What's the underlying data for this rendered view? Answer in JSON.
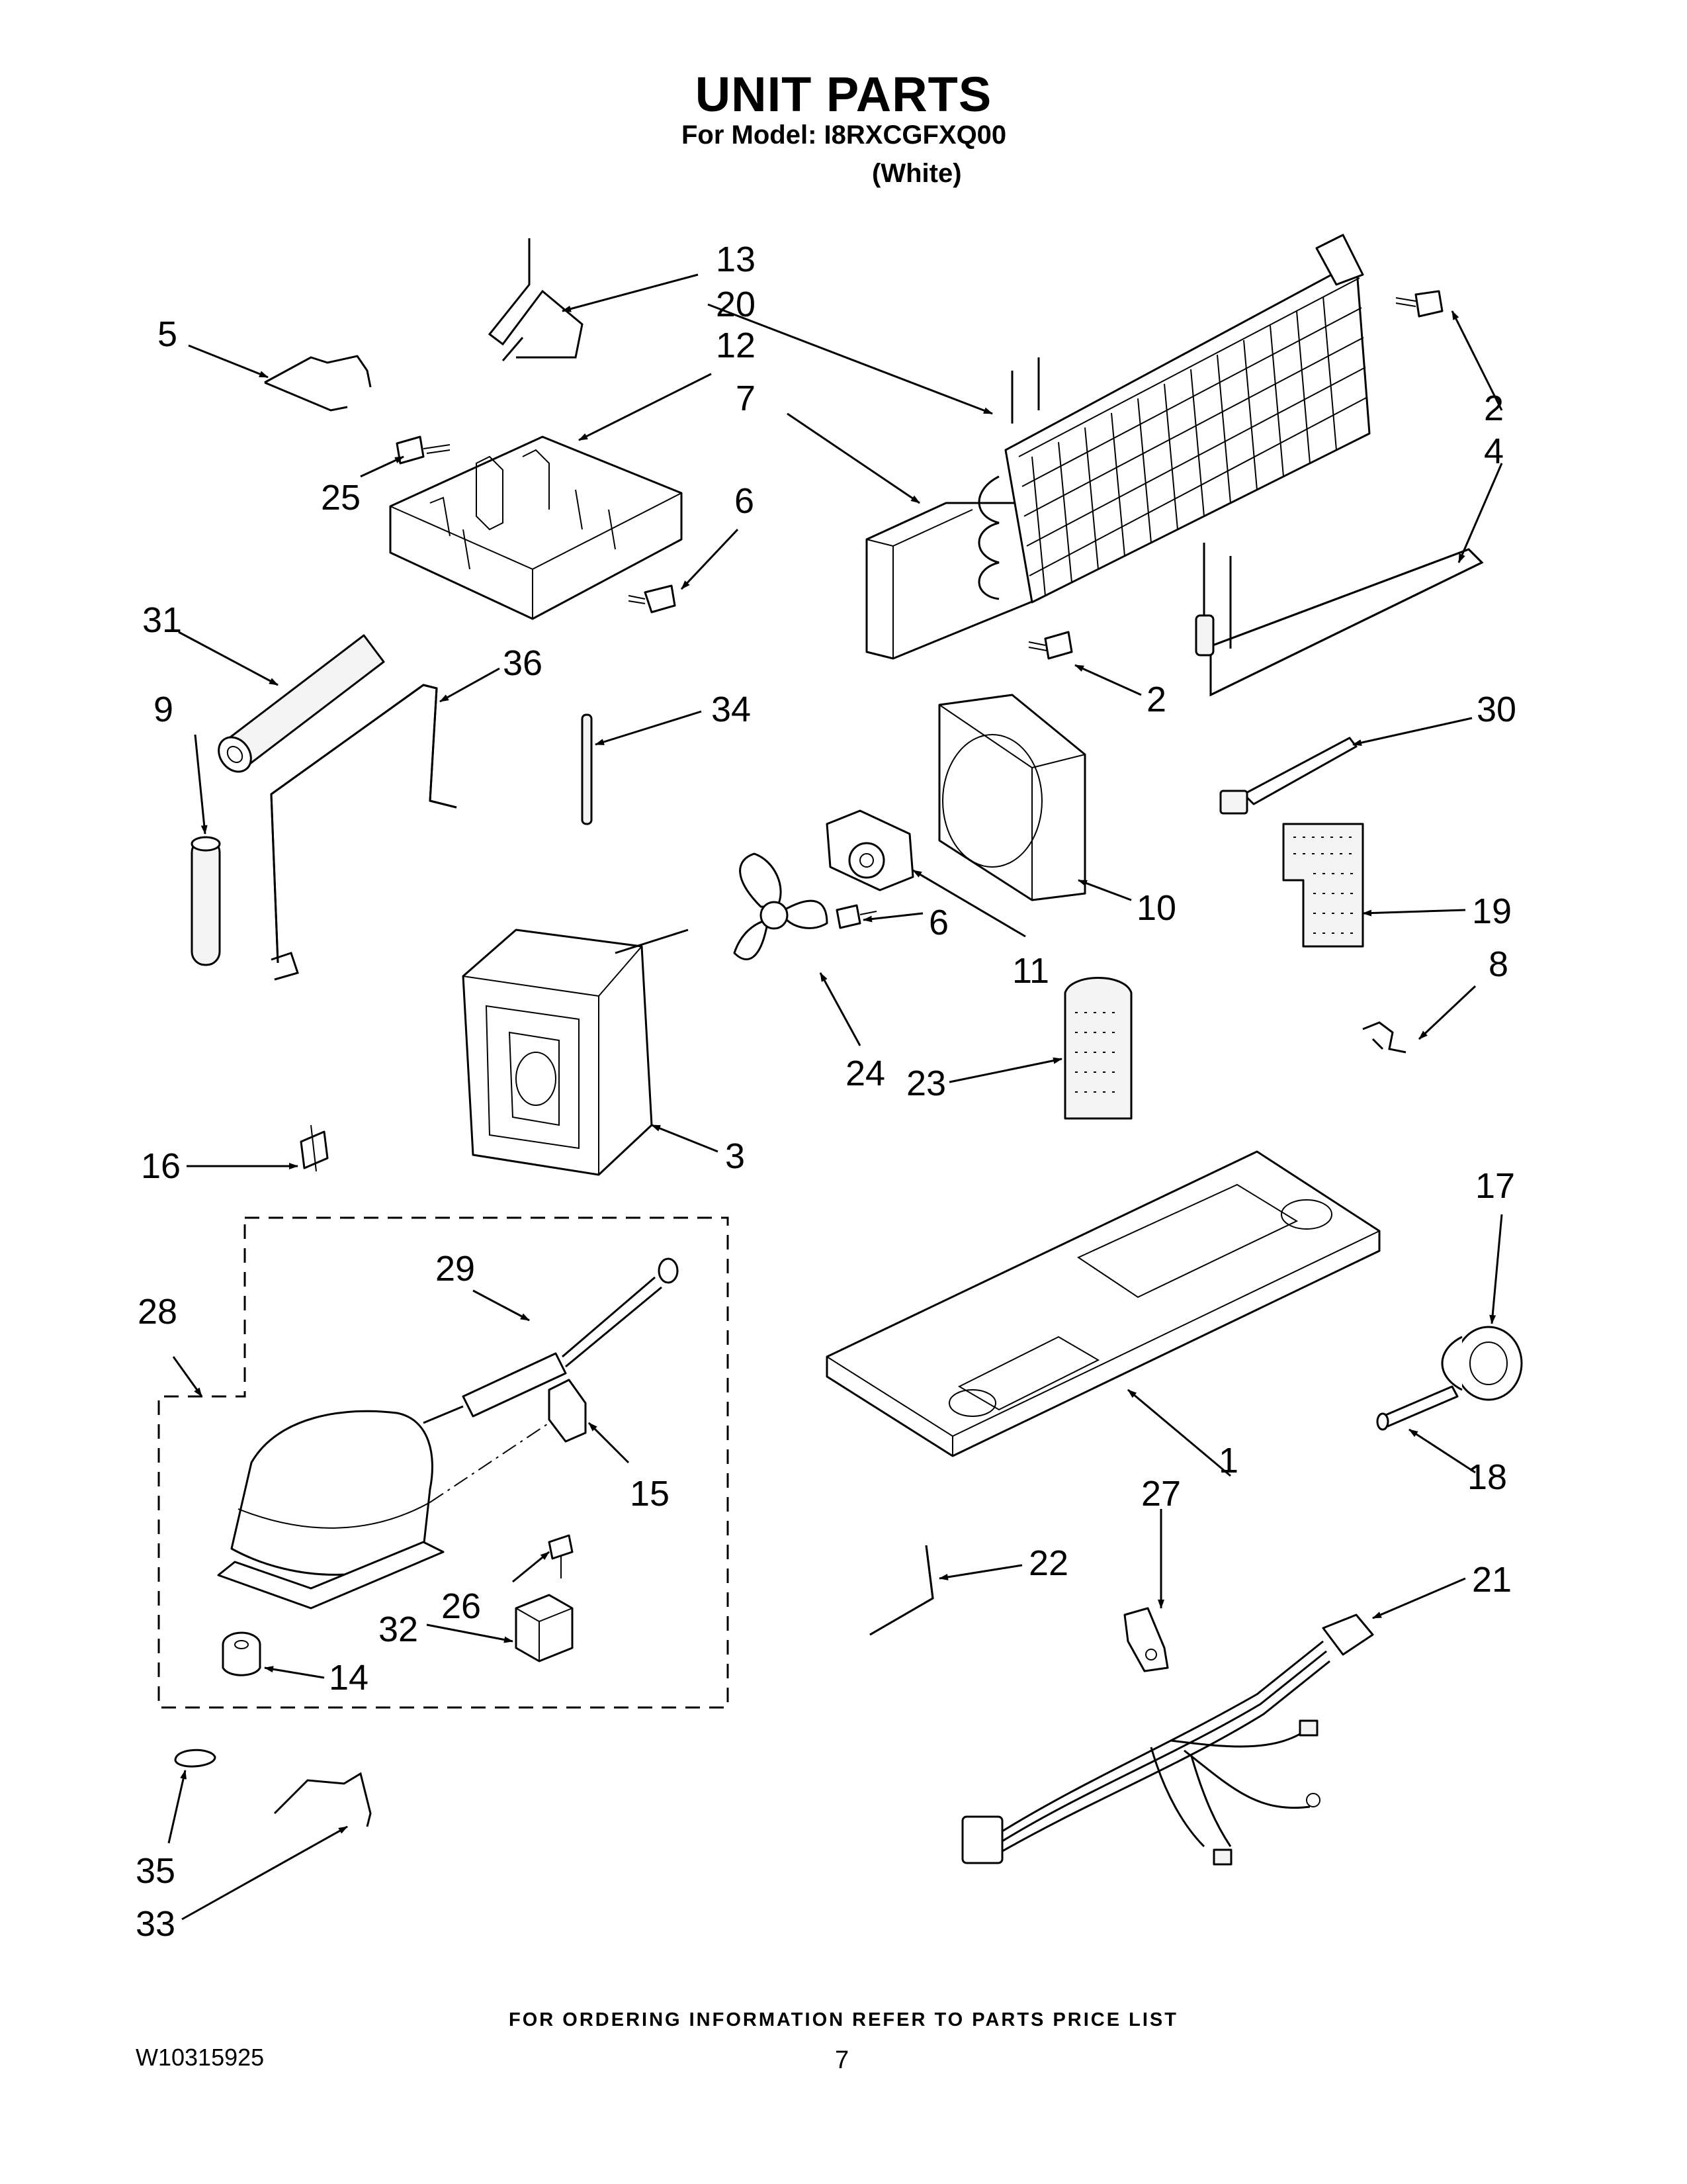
{
  "header": {
    "title": "UNIT PARTS",
    "model_line": "For Model: I8RXCGFXQ00",
    "color_line": "(White)"
  },
  "footer": {
    "ordering_note": "FOR ORDERING INFORMATION REFER TO PARTS PRICE LIST",
    "document_number": "W10315925",
    "page_number": "7"
  },
  "callouts": {
    "c1": "1",
    "c2a": "2",
    "c2b": "2",
    "c3": "3",
    "c4": "4",
    "c5": "5",
    "c6a": "6",
    "c6b": "6",
    "c7": "7",
    "c8": "8",
    "c9": "9",
    "c10": "10",
    "c11": "11",
    "c12": "12",
    "c13": "13",
    "c14": "14",
    "c15": "15",
    "c16": "16",
    "c17": "17",
    "c18": "18",
    "c19": "19",
    "c20": "20",
    "c21": "21",
    "c22": "22",
    "c23": "23",
    "c24": "24",
    "c25": "25",
    "c26": "26",
    "c27": "27",
    "c28": "28",
    "c29": "29",
    "c30": "30",
    "c31": "31",
    "c32": "32",
    "c33": "33",
    "c34": "34",
    "c35": "35",
    "c36": "36"
  }
}
